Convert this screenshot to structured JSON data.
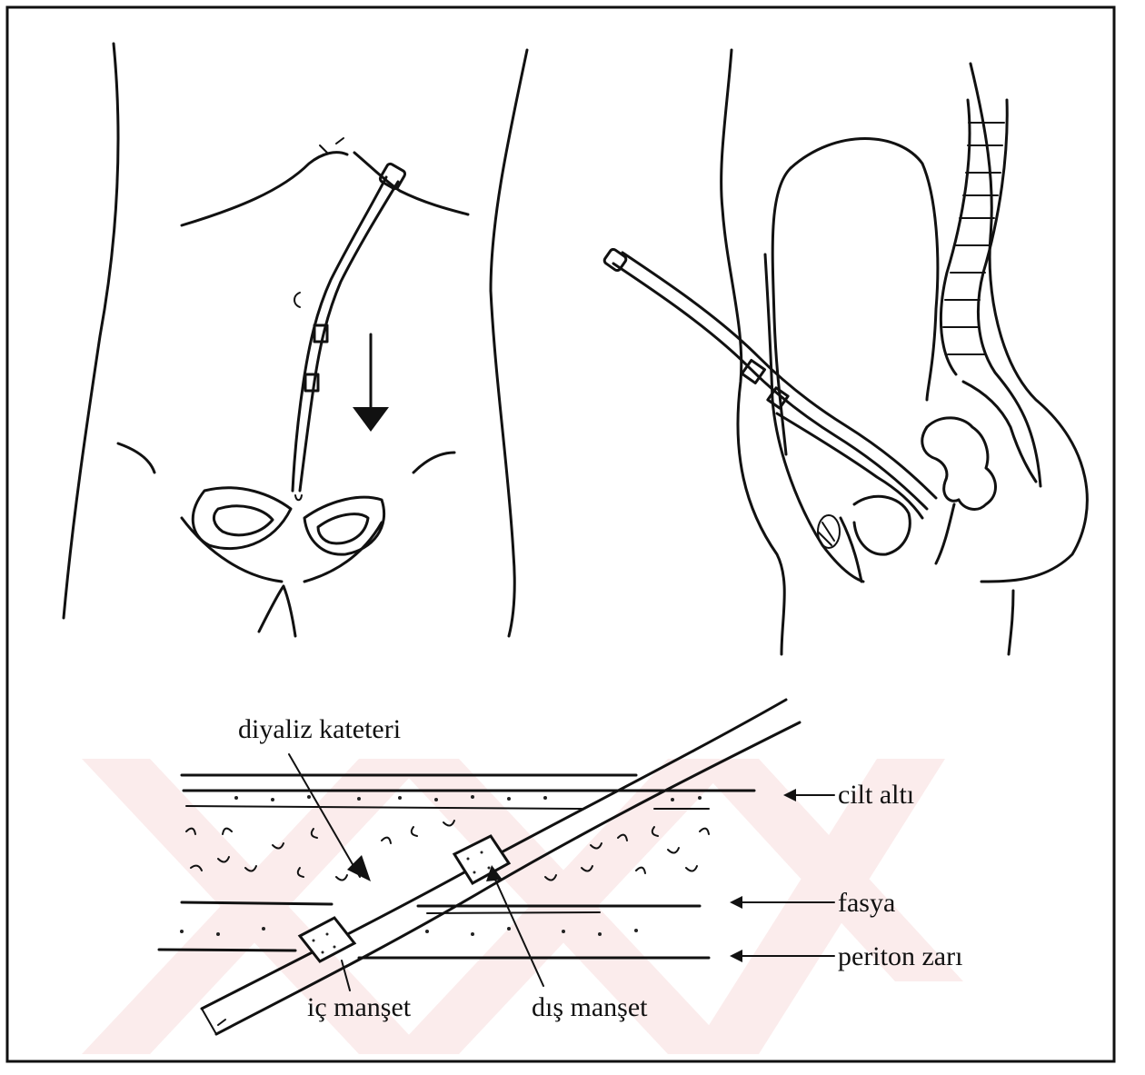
{
  "figure": {
    "top_left_title": "",
    "top_right_title": "",
    "labels": {
      "catheter": "diyaliz kateteri",
      "subcutaneous": "cilt altı",
      "fascia": "fasya",
      "peritoneum": "periton zarı",
      "inner_cuff": "iç manşet",
      "outer_cuff": "dış manşet"
    },
    "watermark_color": "#f4c9c9",
    "ink_color": "#111111"
  }
}
